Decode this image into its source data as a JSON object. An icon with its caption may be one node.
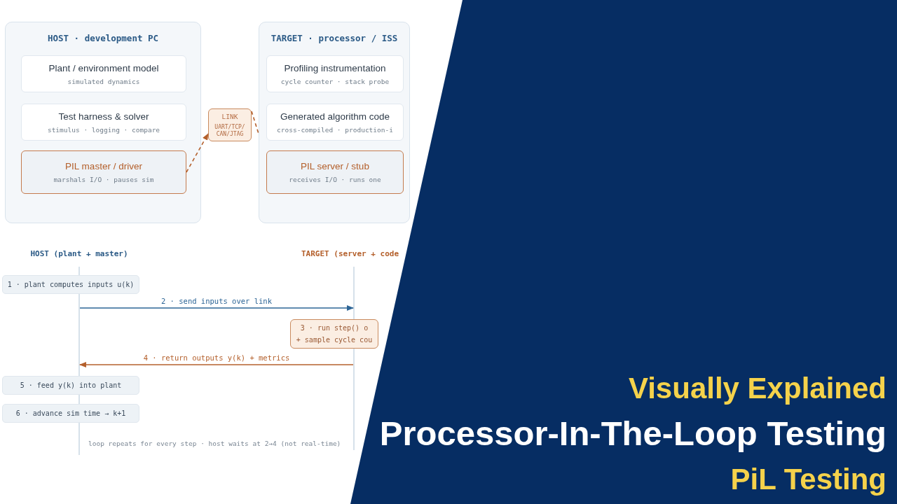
{
  "diagram": {
    "title": "Processor-In-The-Loop Testing",
    "nodes": [
      {
        "text": [
          "HOST · development PC"
        ]
      },
      {
        "text": [
          "Plant / environment model",
          "simulated dynamics"
        ],
        "in": 0
      },
      {
        "text": [
          "Test harness & solver",
          "stimulus · logging · compare"
        ],
        "in": 0
      },
      {
        "text": [
          "PIL master / driver",
          "marshals I/O · pauses sim"
        ],
        "in": 0
      },
      {
        "text": [
          "LINK",
          "UART/TCP/ CAN/JTAG"
        ]
      },
      {
        "text": [
          "TARGET · processor / ISS"
        ]
      },
      {
        "text": [
          "Profiling instrumentation",
          "cycle counter · stack probe"
        ],
        "in": 5
      },
      {
        "text": [
          "Generated algorithm code",
          "cross-compiled · production-i"
        ],
        "in": 5
      },
      {
        "text": [
          "PIL server / stub",
          "receives I/O · runs one"
        ],
        "in": 5
      },
      {
        "text": [],
        "shape": "line",
        "beside": [
          "HOST (plant + master)"
        ]
      },
      {
        "text": [],
        "shape": "line",
        "beside": [
          "TARGET (server + code"
        ]
      },
      {
        "text": [
          "1 · plant computes inputs u(k)"
        ]
      },
      {
        "text": [
          "3 · run step() o",
          "+ sample cycle cou"
        ]
      },
      {
        "text": [
          "5 · feed y(k) into plant"
        ]
      },
      {
        "text": [
          "6 · advance sim time → k+1"
        ]
      }
    ],
    "edges": [
      {
        "from": 3,
        "to": 4,
        "arrow": "to",
        "style": "dashed"
      },
      {
        "from": 4,
        "to": 5,
        "arrow": "none",
        "style": "dashed"
      },
      {
        "from": 9,
        "to": 10,
        "arrow": "to",
        "label": "2 · send inputs over link",
        "color": "#2d6596"
      },
      {
        "from": 10,
        "to": 9,
        "arrow": "to",
        "label": "4 · return outputs y(k) + metrics"
      }
    ],
    "labels": [
      "loop repeats for every step · host waits at 2→4 (not real-time)",
      "Visually Explained",
      "PiL Testing"
    ]
  }
}
